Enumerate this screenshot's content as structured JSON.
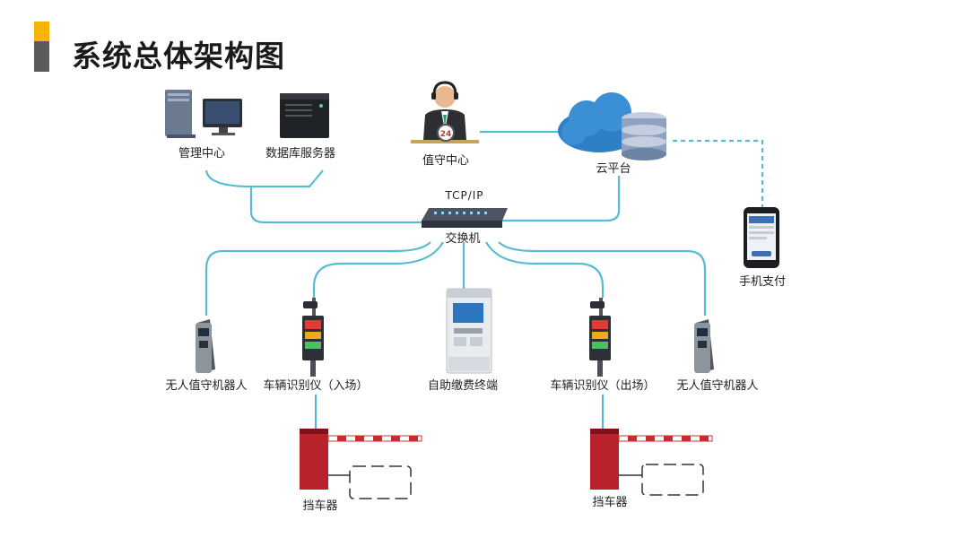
{
  "slide": {
    "title": "系统总体架构图"
  },
  "nodes": {
    "management_center": "管理中心",
    "database_server": "数据库服务器",
    "duty_center": "值守中心",
    "cloud_platform": "云平台",
    "switch_protocol": "TCP/IP",
    "switch": "交换机",
    "mobile_pay": "手机支付",
    "unattended_robot_left": "无人值守机器人",
    "plate_recognizer_entry": "车辆识别仪（入场）",
    "self_service_terminal": "自助缴费终端",
    "plate_recognizer_exit": "车辆识别仪（出场）",
    "unattended_robot_right": "无人值守机器人",
    "barrier_left": "挡车器",
    "barrier_right": "挡车器"
  },
  "icons": {
    "computer": "pc-tower-monitor-icon",
    "server": "server-tower-icon",
    "operator": "headset-operator-icon",
    "cloud": "cloud-database-icon",
    "switch": "network-switch-icon",
    "phone": "smartphone-icon",
    "robot": "kiosk-robot-icon",
    "recognizer": "camera-pole-icon",
    "terminal": "payment-kiosk-icon",
    "barrier": "barrier-gate-icon"
  },
  "colors": {
    "link": "#56bcd2",
    "accent": "#f4b400",
    "title_bar": "#5b5b5b"
  }
}
